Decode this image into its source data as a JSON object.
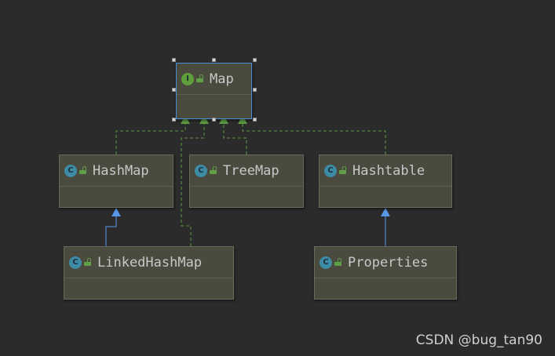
{
  "diagram": {
    "nodes": {
      "map": {
        "name": "Map",
        "kind": "I",
        "kind_color": "#5e9e3b"
      },
      "hashmap": {
        "name": "HashMap",
        "kind": "C",
        "kind_color": "#3e8ba6"
      },
      "treemap": {
        "name": "TreeMap",
        "kind": "C",
        "kind_color": "#3e8ba6"
      },
      "hashtable": {
        "name": "Hashtable",
        "kind": "C",
        "kind_color": "#3e8ba6"
      },
      "linkedhashmap": {
        "name": "LinkedHashMap",
        "kind": "C",
        "kind_color": "#3e8ba6"
      },
      "properties": {
        "name": "Properties",
        "kind": "C",
        "kind_color": "#3e8ba6"
      }
    },
    "edges": [
      {
        "from": "HashMap",
        "to": "Map",
        "type": "implements"
      },
      {
        "from": "LinkedHashMap",
        "to": "Map",
        "type": "implements"
      },
      {
        "from": "TreeMap",
        "to": "Map",
        "type": "implements"
      },
      {
        "from": "Hashtable",
        "to": "Map",
        "type": "implements"
      },
      {
        "from": "LinkedHashMap",
        "to": "HashMap",
        "type": "extends"
      },
      {
        "from": "Properties",
        "to": "Hashtable",
        "type": "extends"
      }
    ],
    "colors": {
      "implements": "#5c9a43",
      "extends": "#5798e8",
      "selection": "#4a8fd6"
    }
  },
  "watermark": "CSDN @bug_tan90"
}
